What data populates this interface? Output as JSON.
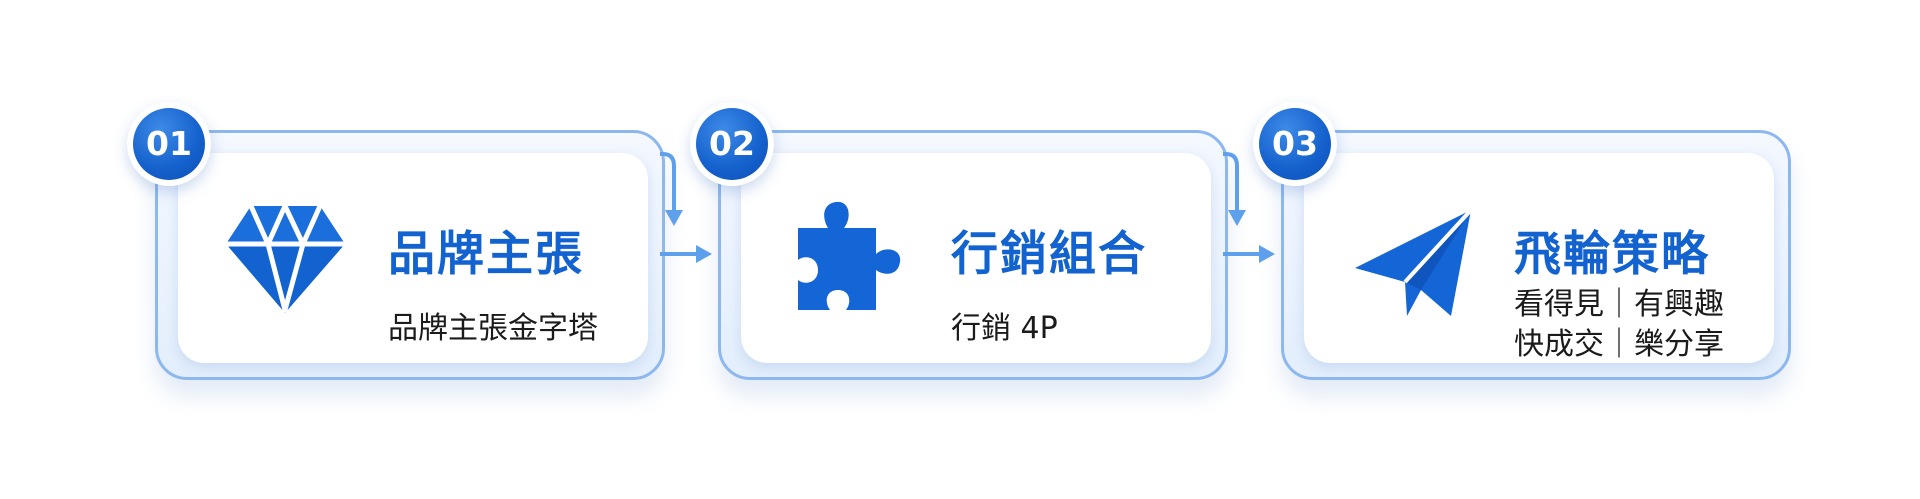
{
  "steps": [
    {
      "number": "01",
      "title": "品牌主張",
      "subtitle": "品牌主張金字塔",
      "icon": "diamond-icon"
    },
    {
      "number": "02",
      "title": "行銷組合",
      "subtitle": "行銷 4P",
      "icon": "puzzle-piece-icon"
    },
    {
      "number": "03",
      "title": "飛輪策略",
      "subtitle_lines": [
        "看得見｜有興趣",
        "快成交｜樂分享"
      ],
      "icon": "paper-plane-icon"
    }
  ],
  "colors": {
    "accent": "#1262d0",
    "border": "#8db8ef",
    "arrow": "#5fa0ec",
    "text": "#1b1b1b"
  }
}
